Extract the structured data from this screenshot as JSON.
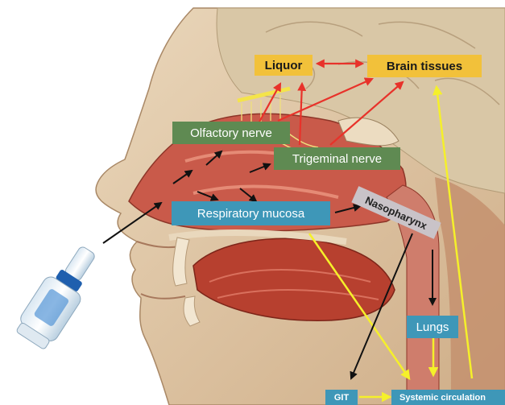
{
  "diagram": {
    "nodes": {
      "liquor": "Liquor",
      "brain_tissues": "Brain tissues",
      "olfactory_nerve": "Olfactory nerve",
      "trigeminal_nerve": "Trigeminal nerve",
      "respiratory_mucosa": "Respiratory mucosa",
      "nasopharynx": "Nasopharynx",
      "lungs": "Lungs",
      "git": "GIT",
      "systemic_circulation": "Systemic circulation"
    },
    "colors": {
      "liquor_box": "#f2c13a",
      "nerve_box": "#5f8a52",
      "mucosa_box": "#3e97b8",
      "red_arrow": "#e8322a",
      "yellow_arrow": "#f5f02a",
      "black_arrow": "#111111"
    },
    "icons": [
      "nasal-spray-icon",
      "head-anatomy-illustration"
    ]
  }
}
